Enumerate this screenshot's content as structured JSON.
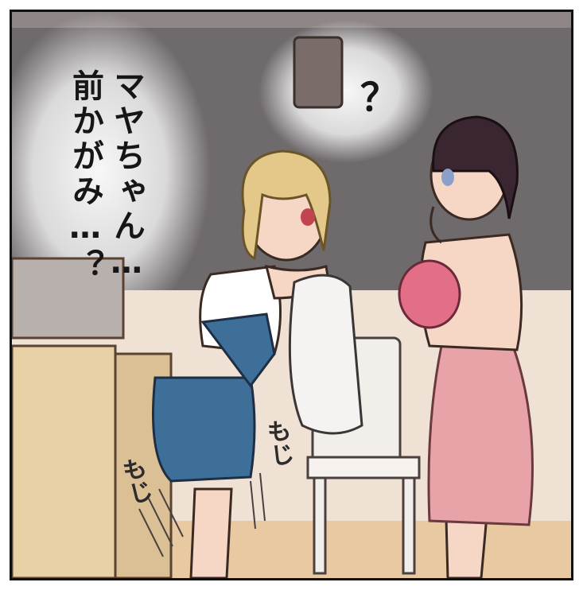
{
  "dialogue": {
    "line1": "マヤちゃん…",
    "line2": "前かがみ…？",
    "question": "？"
  },
  "sound_effects": {
    "sfx_right": "もじ",
    "sfx_left": "もじ"
  },
  "colors": {
    "wall": "#6f6a6c",
    "floor": "#e8c9a2",
    "overalls": "#3d6f99",
    "skirt": "#e8a3a8",
    "bra": "#e36e88",
    "blonde_hair": "#e4c889",
    "dark_hair": "#3a2630",
    "skin": "#f6d6c4"
  }
}
